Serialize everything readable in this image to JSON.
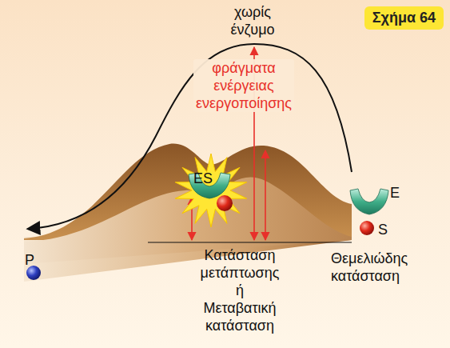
{
  "diagram": {
    "nodes": [
      {
        "text": [
          "Σχήμα 64"
        ]
      }
    ],
    "labels": [
      "χωρίς ένζυμο",
      "φράγματα ενέργειας ενεργοποίησης",
      "ES",
      "E",
      "S",
      "P",
      "Κατάσταση μετάπτωσης ή Μεταβατική κατάσταση",
      "Θεμελιώδης κατάσταση"
    ]
  }
}
